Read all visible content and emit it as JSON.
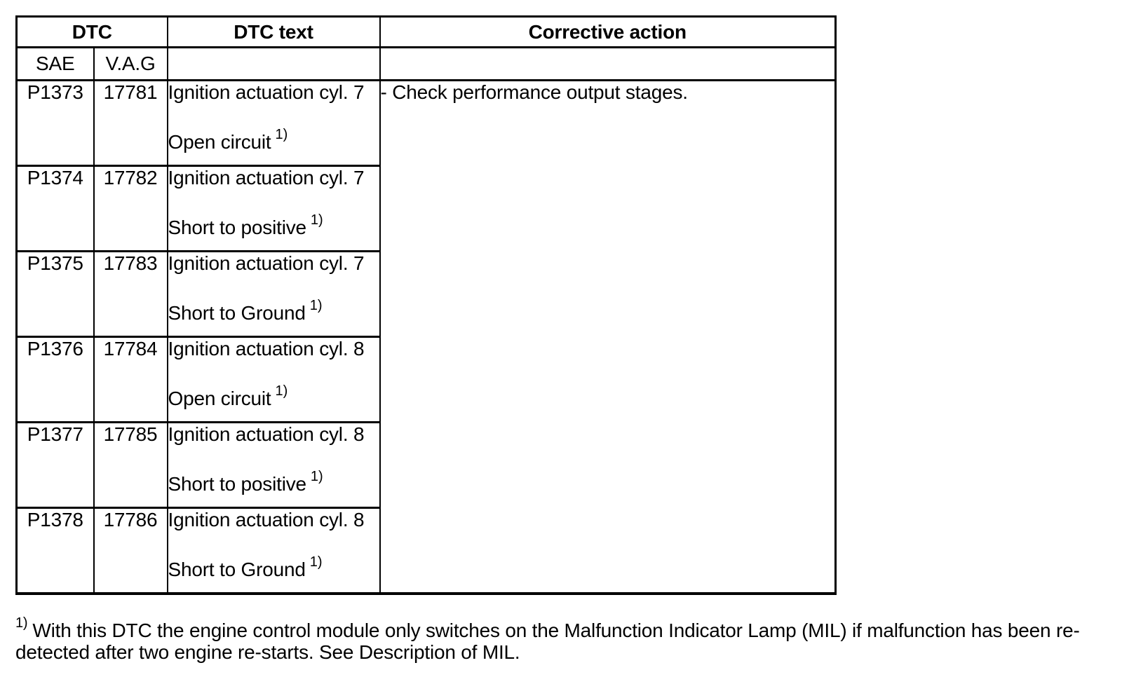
{
  "table": {
    "headers": {
      "dtc": "DTC",
      "sae": "SAE",
      "vag": "V.A.G",
      "dtc_text": "DTC text",
      "corrective_action": "Corrective action"
    },
    "rows": [
      {
        "sae": "P1373",
        "vag": "17781",
        "text_line1": "Ignition actuation cyl. 7",
        "text_line2": "Open circuit",
        "note": "1)"
      },
      {
        "sae": "P1374",
        "vag": "17782",
        "text_line1": "Ignition actuation cyl. 7",
        "text_line2": "Short to positive",
        "note": "1)"
      },
      {
        "sae": "P1375",
        "vag": "17783",
        "text_line1": "Ignition actuation cyl. 7",
        "text_line2": "Short to Ground",
        "note": "1)"
      },
      {
        "sae": "P1376",
        "vag": "17784",
        "text_line1": "Ignition actuation cyl. 8",
        "text_line2": "Open circuit",
        "note": "1)"
      },
      {
        "sae": "P1377",
        "vag": "17785",
        "text_line1": "Ignition actuation cyl. 8",
        "text_line2": "Short to positive",
        "note": "1)"
      },
      {
        "sae": "P1378",
        "vag": "17786",
        "text_line1": "Ignition actuation cyl. 8",
        "text_line2": "Short to Ground",
        "note": "1)"
      }
    ],
    "corrective_action": "- Check performance output stages."
  },
  "footnote": {
    "ref": "1)",
    "line1": "With this DTC the engine control module only switches on the Malfunction Indicator Lamp (MIL) if malfunction has been re-",
    "line2": "detected after two engine re-starts. See Description of MIL."
  },
  "colors": {
    "text": "#000000",
    "background": "#ffffff",
    "border": "#000000"
  }
}
